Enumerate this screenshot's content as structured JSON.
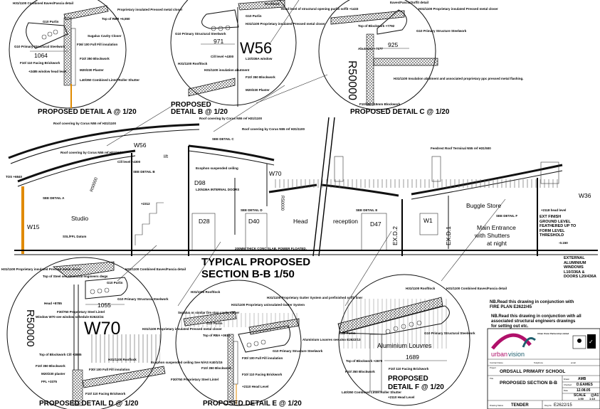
{
  "details": {
    "a": {
      "title": "PROPOSED DETAIL A @ 1/20",
      "dim": "1064",
      "notes": [
        "H31/1100 Combined Eaves/Fascia detail",
        "Proprietary insulated Pressed metal closer",
        "Top of RBB +6,550",
        "Sugalux Cavity Closer",
        "G10 Primary Structural Steelwork",
        "F36/ 100 Full Fill insulation",
        "F10/ 110 Facing Brickwork",
        "F10/ 350 Blockwork",
        "M20/230 Plaster",
        "+2485 window head level",
        "L40/350 Combined Lintel Roller Shutter",
        "G10 Purlin"
      ]
    },
    "b": {
      "title_line1": "PROPOSED",
      "title_line2": "DETAIL B @ 1/20",
      "dim": "971",
      "tag": "W56",
      "notes": [
        "Rooftlock",
        "G10 Purlin",
        "H31/1100 Proprietary insulated Pressed metal closer",
        "G10 Primary Structural Steelwork",
        "Cill level +4300",
        "H31/1100 Rooftlock",
        "H31/1100 insulation abutment",
        "L10/336A window",
        "F10/ 350 Blockwork",
        "M20/230 Plaster",
        "Head level of structural opening purlin soffit +1433"
      ]
    },
    "c": {
      "title": "PROPOSED DETAIL C @ 1/20",
      "dim": "925",
      "radius": "R50000",
      "notes": [
        "Eaves/Fascia/Soffit detail",
        "H31/1100 Proprietary insulated Pressed metal closer",
        "G10 Primary Structure Steelwork",
        "Top of Blockwork +7792",
        "Abutment +7177",
        "F10/350 215mm Blockwork",
        "H31/1100 Insulation abutment and associated proprietary ppc pressed metal flashing."
      ]
    },
    "d": {
      "title": "PROPOSED DETAIL D @ 1/20",
      "dim": "1055",
      "tag": "W70",
      "radius": "R50000",
      "notes": [
        "H31/1100 Proprietary insulated Pressed metal closer",
        "Top of Steel see structural engineers dwgs",
        "H31/1100 Combined Eaves/Fascia detail",
        "G10 Purlin",
        "G10 Primary Structural Steelwork",
        "Head +8785",
        "F30/750 Proprietary Steel Lintel",
        "Window W70 see window schedule E2622/24",
        "Top of Blockwork Cill +3885",
        "F10/ 350 Blockwork",
        "M20/230 plaster",
        "FFL +3375",
        "F30/ 100 Full Fill insulation",
        "H31/1100 Rooflock",
        "F10/ 110 Facing Brickwork"
      ]
    },
    "e": {
      "title": "PROPOSED DETAIL E @ 1/20",
      "notes": [
        "H31/1100 Rooftlock",
        "Sepalux or similar fire stop cavity closer",
        "H31/1100 Proprietary uninsulated Gutter System",
        "H31/1100 Proprietary Gutter System and prefinished soffit liner",
        "G10 Purlin",
        "Top of RBA +3610",
        "H31/1100 Proprietary insulated Pressed metal closer",
        "Ecophon suspended ceiling See N/AS K40/1/15",
        "F10/ 350 Blockwork",
        "F30/ 100 Full Fill insulation",
        "F10/ 110 Facing Brickwork",
        "F30/750 Proprietary Steel Lintel",
        "+2110 Head Level",
        "G10 Primary Structure Steelwork"
      ]
    },
    "f": {
      "title_line1": "PROPOSED",
      "title_line2": "DETAIL F @ 1/20",
      "dim": "1689",
      "louvres": "Aluminium Louvres",
      "notes": [
        "H31/1100 Rooftlock",
        "H31/1100 Combined Eaves/Fascia detail",
        "G10 Primary Structural Steelwork",
        "G10 Purlin",
        "Aluminium Louvres see also E2622/13",
        "Top of Blockwork +2670",
        "F10/ 350 Blockwork",
        "F10/ 110 Facing Brickwork",
        "L40/350 Combined Lintel Roller Shutter",
        "+2110 Head Level"
      ]
    }
  },
  "section": {
    "title_line1": "TYPICAL PROPOSED",
    "title_line2": "SECTION B-B 1/50",
    "slab_note": "200MM THICK CONC SLAB, POWER FLOATED.",
    "rooms": [
      "Studio",
      "D28",
      "D40",
      "Head",
      "reception",
      "D47",
      "W1",
      "Buggle Store",
      "Main Entrance",
      "with Shutters",
      "at night"
    ],
    "tags": [
      "W15",
      "W56",
      "W70",
      "D98",
      "W36",
      "EX.D.2",
      "EX.D.1",
      "R50000",
      "R50000",
      "lift"
    ],
    "notes": [
      "Roof covering by Corus N55 ref H31/1100",
      "Roof covering by Corus N55 ref H31/1100",
      "Roof covering by Corus N55 ref H31/1100",
      "Roof covering by Corus N55 ref H31/1100",
      "SEE DETAIL A",
      "SEE DETAIL B",
      "SEE DETAIL C",
      "SEE DETAIL D",
      "SEE DETAIL E",
      "SEE DETAIL F",
      "SSL/FFL Datum",
      "Ecophon suspended ceiling",
      "L20/436A INTERNAL DOORS",
      "Feedrest Roof Terminal N55 ref H31/500",
      "EXT FINISH GROUND LEVEL FEATHERED UP TO FORM LEVEL THRESHOLD",
      "EXTERNAL ALUMINIUM WINDOWS L10/336A & DOORS L20/436A",
      "TOS +6840",
      "Cill level +4300",
      "+2312",
      "+2118 head level",
      "-0.150"
    ]
  },
  "notes": {
    "nb1_line1": "NB.Read this drawing in conjunction with",
    "nb1_line2": "FIRE PLAN E2622/45",
    "nb2_line1": "NB.Read this drawing in conjunction with all",
    "nb2_line2": "associated structural engineers drawings",
    "nb2_line3": "for setting out etc."
  },
  "title_block": {
    "logo_text_a": "urban",
    "logo_text_b": "vision",
    "company": "Urban Vision Partnership Limited",
    "contact_label": "Contract Name",
    "telephone_label": "Telephone",
    "email_label": "email",
    "project_label": "Project",
    "project": "ORDSALL PRIMARY SCHOOL",
    "title_label": "Title",
    "title": "PROPOSED SECTION B-B",
    "drawn_label": "Drawn",
    "drawn": "AMB",
    "checked_label": "Checked",
    "checked": "D.EAMES",
    "date_label": "Date",
    "date": "12.08.05",
    "scale_label": "SCALE",
    "sheet": "@A1",
    "scale_1": "1:50",
    "scale_2": "1:10",
    "status_label": "Drawing Status",
    "status": "TENDER",
    "dwg_label": "Dwg No",
    "dwg_no": "E2622/15",
    "brand_magenta": "#b0106a",
    "brand_teal": "#1f5f6e"
  }
}
